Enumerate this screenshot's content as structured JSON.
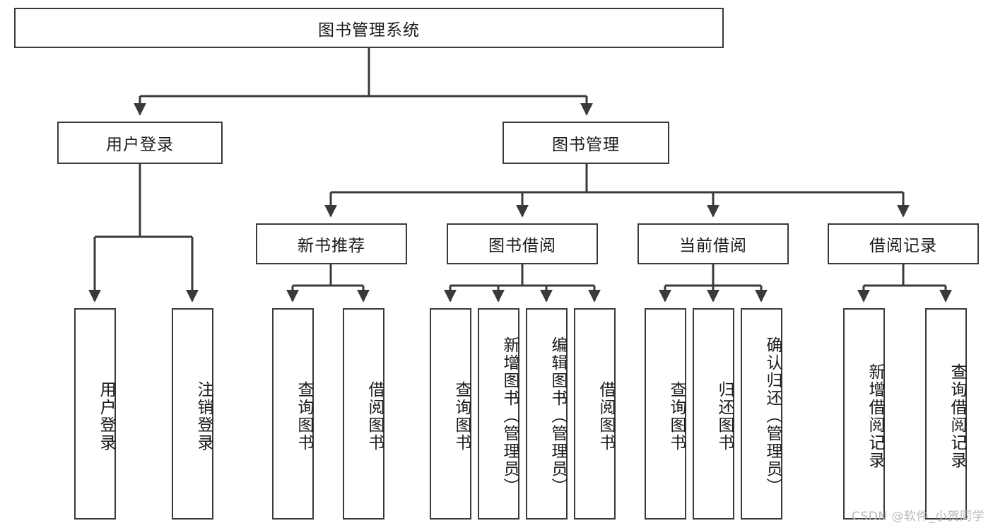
{
  "diagram": {
    "type": "tree-hierarchy-chart",
    "title": "图书管理系统",
    "orientation": "top-down",
    "box_fill": "#ffffff",
    "box_stroke": "#3a3a3a",
    "text_color": "#1a1a1a",
    "connector_color": "#3a3a3a",
    "levels": 4,
    "nodes": {
      "root": {
        "label": "图书管理系统",
        "level": 1
      },
      "l2": [
        {
          "id": "user-login",
          "label": "用户登录",
          "level": 2
        },
        {
          "id": "book-manage",
          "label": "图书管理",
          "level": 2
        }
      ],
      "l3": [
        {
          "id": "new-book-recommend",
          "label": "新书推荐",
          "level": 3,
          "parent": "book-manage"
        },
        {
          "id": "book-borrow",
          "label": "图书借阅",
          "level": 3,
          "parent": "book-manage"
        },
        {
          "id": "current-borrow",
          "label": "当前借阅",
          "level": 3,
          "parent": "book-manage"
        },
        {
          "id": "borrow-record",
          "label": "借阅记录",
          "level": 3,
          "parent": "book-manage"
        }
      ],
      "leaves": [
        {
          "id": "leaf-user-login",
          "label": "用户登录",
          "parent": "user-login"
        },
        {
          "id": "leaf-logout",
          "label": "注销登录",
          "parent": "user-login"
        },
        {
          "id": "leaf-query-book-1",
          "label": "查询图书",
          "parent": "new-book-recommend"
        },
        {
          "id": "leaf-borrow-book-1",
          "label": "借阅图书",
          "parent": "new-book-recommend"
        },
        {
          "id": "leaf-query-book-2",
          "label": "查询图书",
          "parent": "book-borrow"
        },
        {
          "id": "leaf-add-book",
          "label": "新增图书（管理员）",
          "parent": "book-borrow"
        },
        {
          "id": "leaf-edit-book",
          "label": "编辑图书（管理员）",
          "parent": "book-borrow"
        },
        {
          "id": "leaf-borrow-book-2",
          "label": "借阅图书",
          "parent": "book-borrow"
        },
        {
          "id": "leaf-query-book-3",
          "label": "查询图书",
          "parent": "current-borrow"
        },
        {
          "id": "leaf-return-book",
          "label": "归还图书",
          "parent": "current-borrow"
        },
        {
          "id": "leaf-confirm-return",
          "label": "确认归还（管理员）",
          "parent": "current-borrow"
        },
        {
          "id": "leaf-add-record",
          "label": "新增借阅记录",
          "parent": "borrow-record"
        },
        {
          "id": "leaf-query-record",
          "label": "查询借阅记录",
          "parent": "borrow-record"
        }
      ]
    }
  },
  "watermark": {
    "text": "CSDN @软件_小贺同学"
  }
}
